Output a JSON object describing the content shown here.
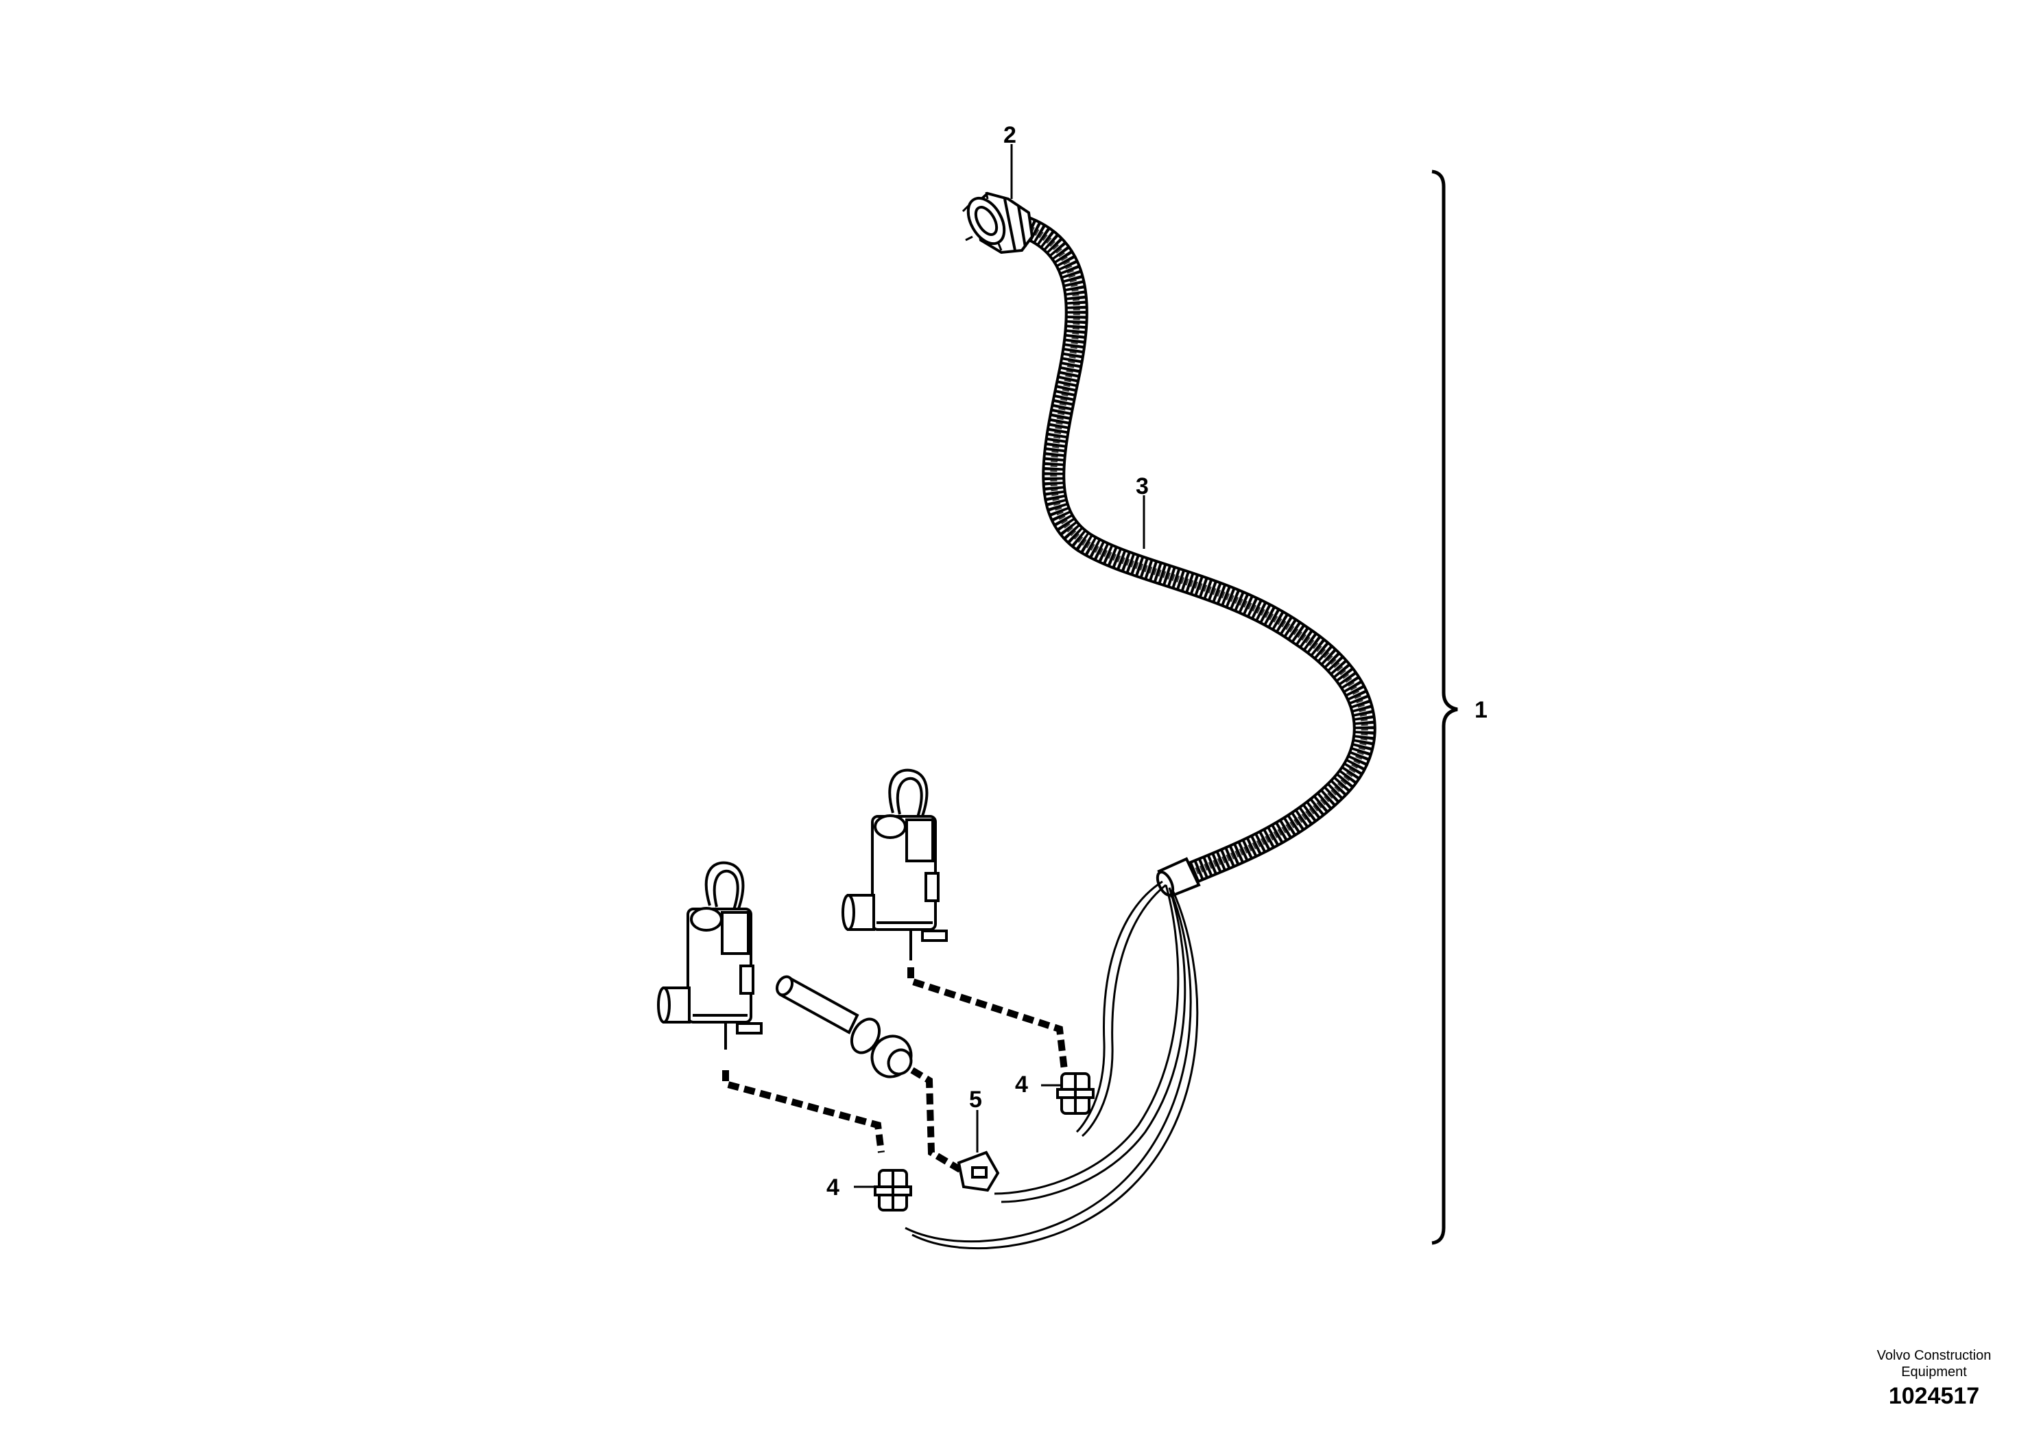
{
  "callouts": {
    "assembly": "1",
    "main_connector": "2",
    "harness": "3",
    "connector_a": "4",
    "connector_b": "4",
    "connector_c": "5"
  },
  "footer": {
    "maker_line1": "Volvo Construction",
    "maker_line2": "Equipment",
    "drawing_number": "1024517"
  }
}
